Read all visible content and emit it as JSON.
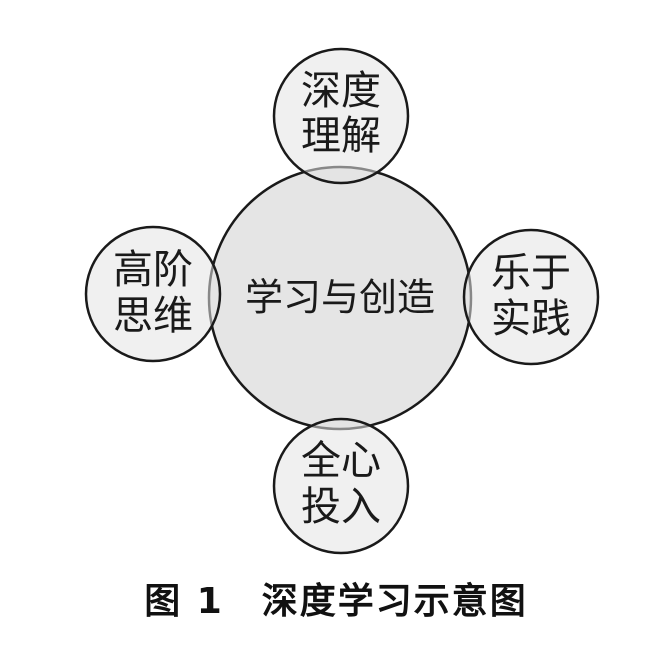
{
  "diagram": {
    "center": {
      "label": "学习与创造"
    },
    "nodes": {
      "top": {
        "line1": "深度",
        "line2": "理解"
      },
      "left": {
        "line1": "高阶",
        "line2": "思维"
      },
      "right": {
        "line1": "乐于",
        "line2": "实践"
      },
      "bottom": {
        "line1": "全心",
        "line2": "投入"
      }
    }
  },
  "caption": "图 1　深度学习示意图"
}
